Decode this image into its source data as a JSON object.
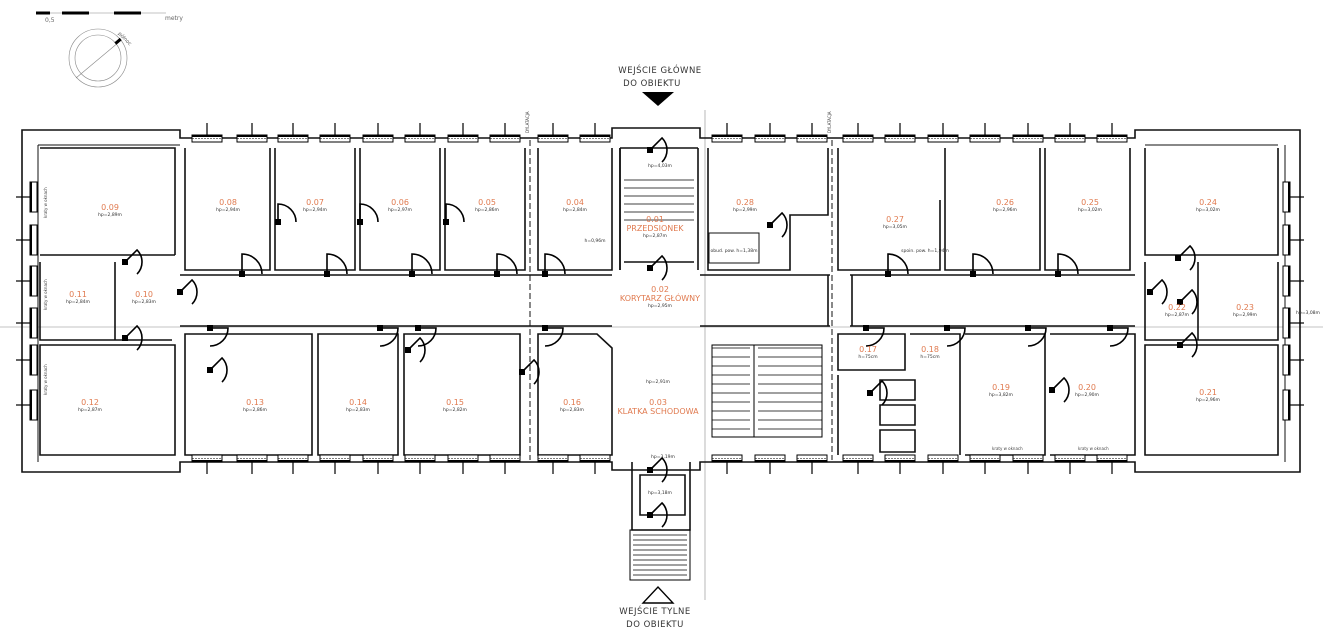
{
  "scale_bar": {
    "value": "0,5",
    "unit": "metry"
  },
  "north": {
    "label": "północ"
  },
  "entrances": {
    "main": {
      "line1": "WEJŚCIE GŁÓWNE",
      "line2": "DO OBIEKTU"
    },
    "rear": {
      "line1": "WEJŚCIE TYLNE",
      "line2": "DO OBIEKTU"
    }
  },
  "expansion_joint_label": "DYLATACJA",
  "window_note": "kraty w oknach",
  "rooms": [
    {
      "number": "0.09",
      "height": "hp=2,89m"
    },
    {
      "number": "0.08",
      "height": "hp=2,94m"
    },
    {
      "number": "0.07",
      "height": "hp=2,94m"
    },
    {
      "number": "0.06",
      "height": "hp=2,97m"
    },
    {
      "number": "0.05",
      "height": "hp=2,86m"
    },
    {
      "number": "0.04",
      "height": "hp=2,84m"
    },
    {
      "number": "0.01",
      "name": "PRZEDSIONEK",
      "height": "hp=2,87m"
    },
    {
      "number": "0.28",
      "height": "hp=2,99m"
    },
    {
      "number": "0.27",
      "height": "hp=3,05m"
    },
    {
      "number": "0.26",
      "height": "hp=2,96m"
    },
    {
      "number": "0.25",
      "height": "hp=3,02m"
    },
    {
      "number": "0.24",
      "height": "hp=3,02m"
    },
    {
      "number": "0.11",
      "height": "hp=2,84m"
    },
    {
      "number": "0.10",
      "height": "hp=2,83m"
    },
    {
      "number": "0.02",
      "name": "KORYTARZ GŁÓWNY",
      "height": "hp=2,95m"
    },
    {
      "number": "0.22",
      "height": "hp=2,87m"
    },
    {
      "number": "0.23",
      "height": "hp=2,99m"
    },
    {
      "number": "0.12",
      "height": "hp=2,87m"
    },
    {
      "number": "0.13",
      "height": "hp=2,86m"
    },
    {
      "number": "0.14",
      "height": "hp=2,83m"
    },
    {
      "number": "0.15",
      "height": "hp=2,82m"
    },
    {
      "number": "0.16",
      "height": "hp=2,83m"
    },
    {
      "number": "0.03",
      "name": "KLATKA SCHODOWA",
      "height": "hp=2,91m"
    },
    {
      "number": "0.17",
      "height": "h=75cm"
    },
    {
      "number": "0.18",
      "height": "h=75cm"
    },
    {
      "number": "0.19",
      "height": "hp=3,82m"
    },
    {
      "number": "0.20",
      "height": "hp=2,90m"
    },
    {
      "number": "0.21",
      "height": "hp=2,96m"
    }
  ],
  "extra_heights": {
    "vestibule_entry": "hp=4,03m",
    "rear_entry_1": "hp=3,19m",
    "rear_entry_2": "hp=3,18m",
    "chimney": "h=0,96m",
    "niche": "obud. pow. h=1,38m",
    "niche2": "spoin. pow. h=1,94m",
    "right_end": "hp=3,08m"
  }
}
